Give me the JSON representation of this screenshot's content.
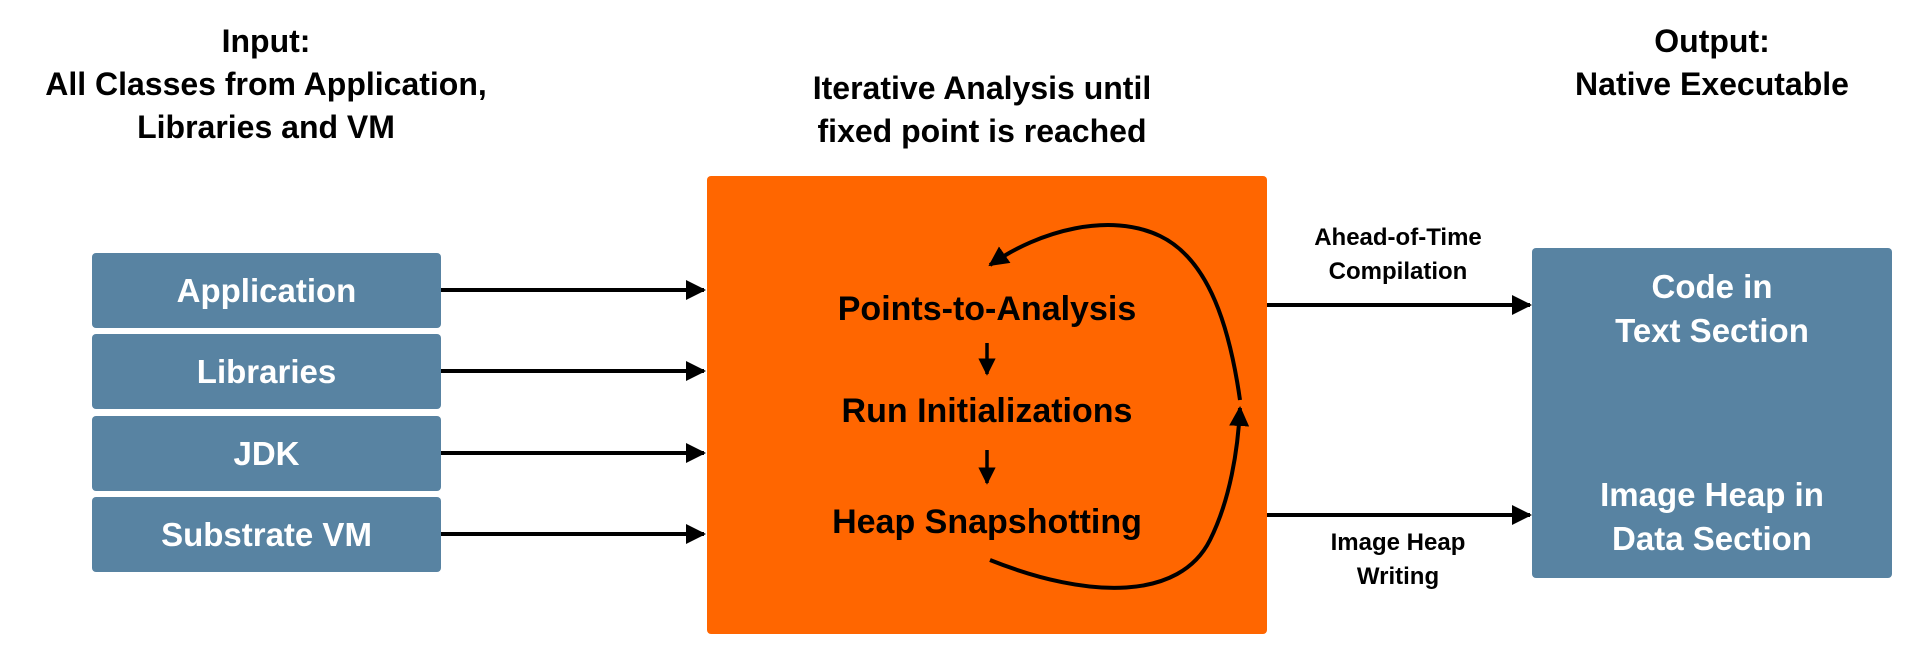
{
  "input_heading": {
    "line1": "Input:",
    "line2": "All Classes from Application,",
    "line3": "Libraries and VM"
  },
  "center_heading": {
    "line1": "Iterative Analysis until",
    "line2": "fixed point is reached"
  },
  "output_heading": {
    "line1": "Output:",
    "line2": "Native Executable"
  },
  "inputs": [
    {
      "label": "Application"
    },
    {
      "label": "Libraries"
    },
    {
      "label": "JDK"
    },
    {
      "label": "Substrate VM"
    }
  ],
  "steps": [
    {
      "label": "Points-to-Analysis"
    },
    {
      "label": "Run Initializations"
    },
    {
      "label": "Heap Snapshotting"
    }
  ],
  "edges": {
    "aot": {
      "line1": "Ahead-of-Time",
      "line2": "Compilation"
    },
    "heap": {
      "line1": "Image Heap",
      "line2": "Writing"
    }
  },
  "output": {
    "code": {
      "line1": "Code in",
      "line2": "Text Section"
    },
    "data": {
      "line1": "Image Heap in",
      "line2": "Data Section"
    }
  },
  "colors": {
    "input_box": "#5883a2",
    "core_box": "#ff6600",
    "output_box": "#5883a2"
  }
}
